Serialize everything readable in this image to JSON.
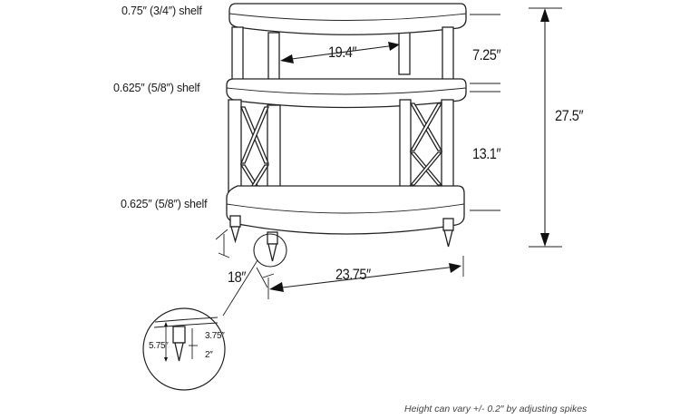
{
  "shelves": {
    "top": "0.75″ (3/4″) shelf",
    "middle": "0.625″ (5/8″) shelf",
    "bottom": "0.625″ (5/8″) shelf"
  },
  "dimensions": {
    "inner_width": "19.4″",
    "top_gap": "7.25″",
    "middle_gap": "13.1″",
    "total_height": "27.5″",
    "depth": "18″",
    "width": "23.75″"
  },
  "spike_detail": {
    "overall": "5.75″",
    "upper": "3.75″",
    "lower": "2″"
  },
  "note": "Height can vary +/- 0.2″ by adjusting spikes"
}
